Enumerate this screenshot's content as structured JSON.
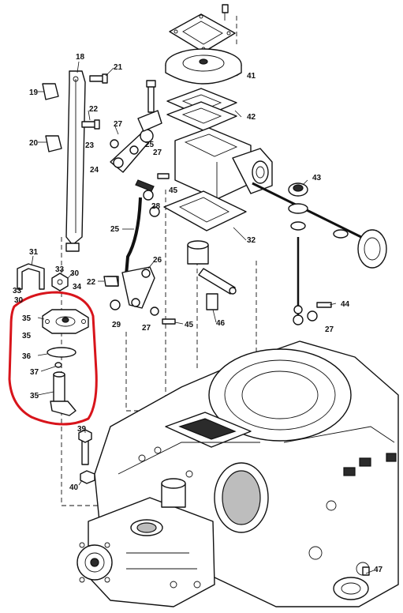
{
  "callouts": {
    "c18": "18",
    "c21": "21",
    "c19": "19",
    "c22": "22",
    "c27a": "27",
    "c23": "23",
    "c20": "20",
    "c25a": "25",
    "c27b": "27",
    "c24": "24",
    "c41": "41",
    "c42": "42",
    "c45a": "45",
    "c28": "28",
    "c43": "43",
    "c25b": "25",
    "c32": "32",
    "c31": "31",
    "c26": "26",
    "c33a": "33",
    "c30": "30",
    "c22b": "22",
    "c34": "34",
    "c33b": "33",
    "c30b": "30",
    "c35a": "35",
    "c35b": "35",
    "c36": "36",
    "c37": "37",
    "c35c": "35",
    "c29": "29",
    "c27c": "27",
    "c45b": "45",
    "c46": "46",
    "c44": "44",
    "c27d": "27",
    "c39": "39",
    "c40": "40",
    "c47": "47"
  },
  "highlight": {
    "color": "#d8141b"
  }
}
